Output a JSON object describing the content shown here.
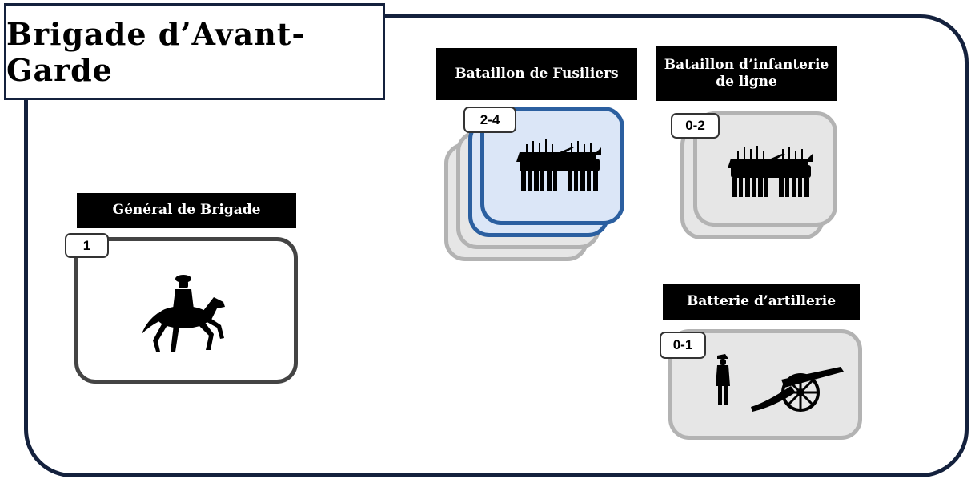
{
  "title": "Brigade d’Avant-Garde",
  "general": {
    "label": "Général de Brigade",
    "count": "1",
    "icon": "mounted-officer-icon"
  },
  "fusiliers": {
    "label": "Bataillon de Fusiliers",
    "count": "2-4",
    "icon": "infantry-line-icon"
  },
  "infanterie": {
    "label": "Bataillon d’infanterie de ligne",
    "count": "0-2",
    "icon": "infantry-line-icon"
  },
  "artillerie": {
    "label": "Batterie d’artillerie",
    "count": "0-1",
    "icon": "cannon-icon"
  },
  "colors": {
    "frame": "#14213d",
    "highlight_fill": "#dbe6f7",
    "highlight_border": "#2b5fa0",
    "card_fill": "#e6e6e6",
    "card_border": "#b3b3b3",
    "general_border": "#444444"
  }
}
